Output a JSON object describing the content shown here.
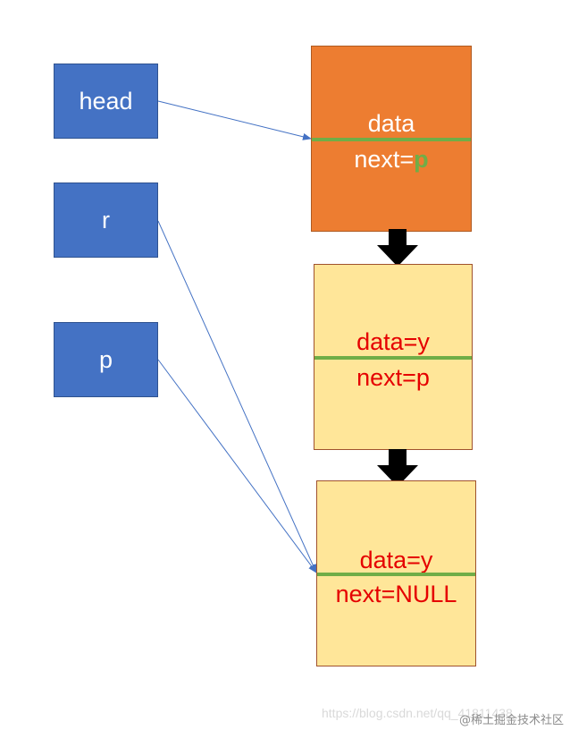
{
  "pointers": {
    "head": "head",
    "r": "r",
    "p": "p"
  },
  "nodes": {
    "first": {
      "data_label": "data",
      "next_prefix": "next=",
      "next_target": "p"
    },
    "second": {
      "data_label": "data=y",
      "next_label": "next=p"
    },
    "third": {
      "data_label": "data=y",
      "next_label": "next=NULL"
    }
  },
  "colors": {
    "pointer_fill": "#4472c4",
    "first_node_fill": "#ed7d31",
    "node_fill": "#ffe699",
    "divider": "#70ad47",
    "text_red": "#e50000",
    "link_line": "#4472c4"
  },
  "watermark": {
    "url": "https://blog.csdn.net/qq_41811438",
    "brand": "@稀土掘金技术社区"
  }
}
